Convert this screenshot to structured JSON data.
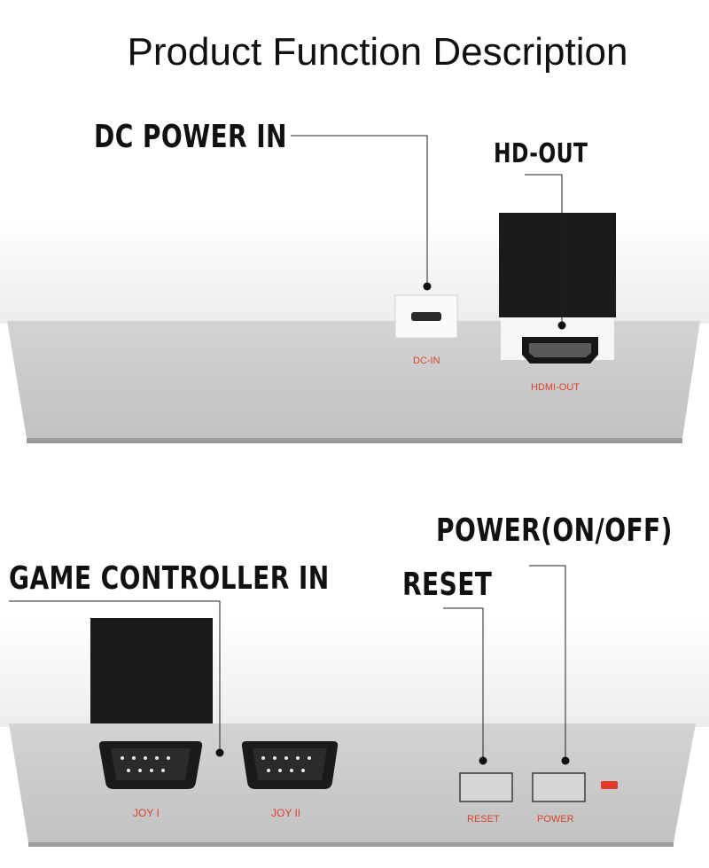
{
  "title": "Product Function Description",
  "callouts": {
    "dc_power_in": "DC POWER IN",
    "hd_out": "HD-OUT",
    "game_controller_in": "GAME CONTROLLER IN",
    "reset": "RESET",
    "power_on_off": "POWER(ON/OFF)"
  },
  "console_labels": {
    "dc_in": "DC-IN",
    "hdmi_out": "HDMI-OUT",
    "joy_1": "JOY I",
    "joy_2": "JOY II",
    "reset": "RESET",
    "power": "POWER"
  },
  "colors": {
    "label_red": "#d9432f",
    "console_gray": "#c9c9c9",
    "console_top": "#f3f3f3",
    "port_black": "#151515",
    "led_red": "#e23a2a"
  }
}
